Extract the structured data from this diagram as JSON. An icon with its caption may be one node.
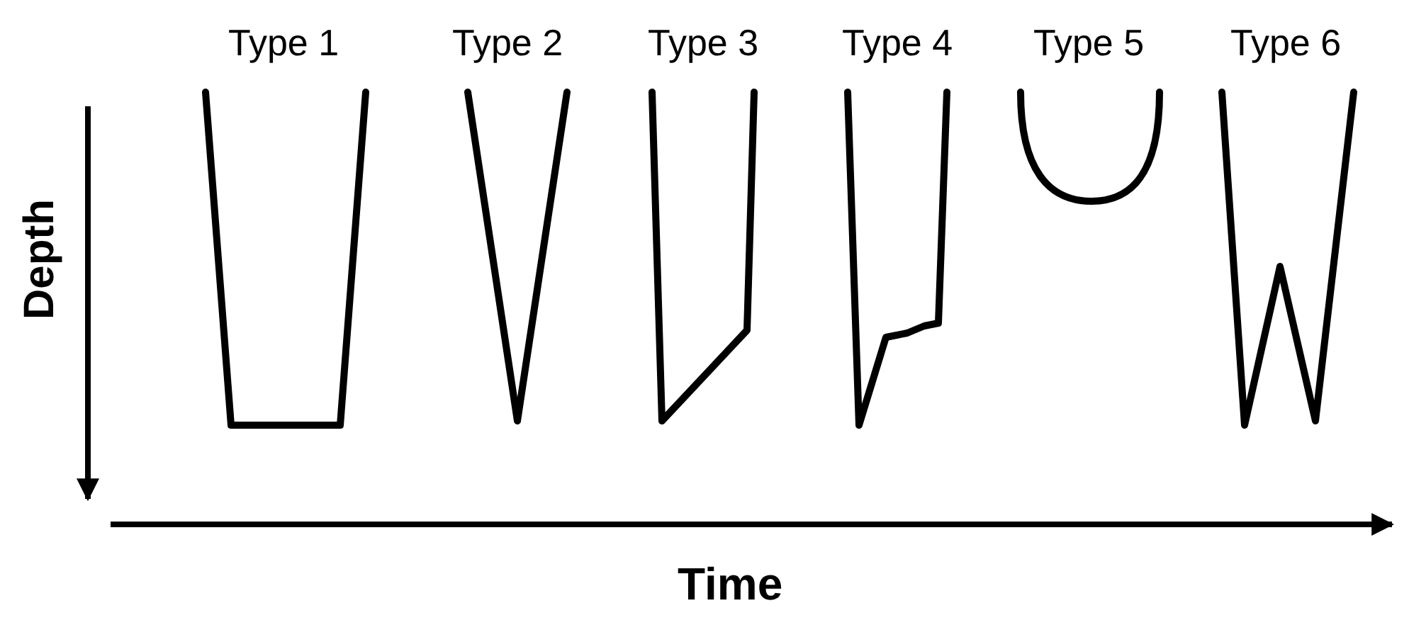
{
  "diagram": {
    "labels": [
      "Type 1",
      "Type 2",
      "Type 3",
      "Type 4",
      "Type 5",
      "Type 6",
      "Depth",
      "Time"
    ]
  }
}
